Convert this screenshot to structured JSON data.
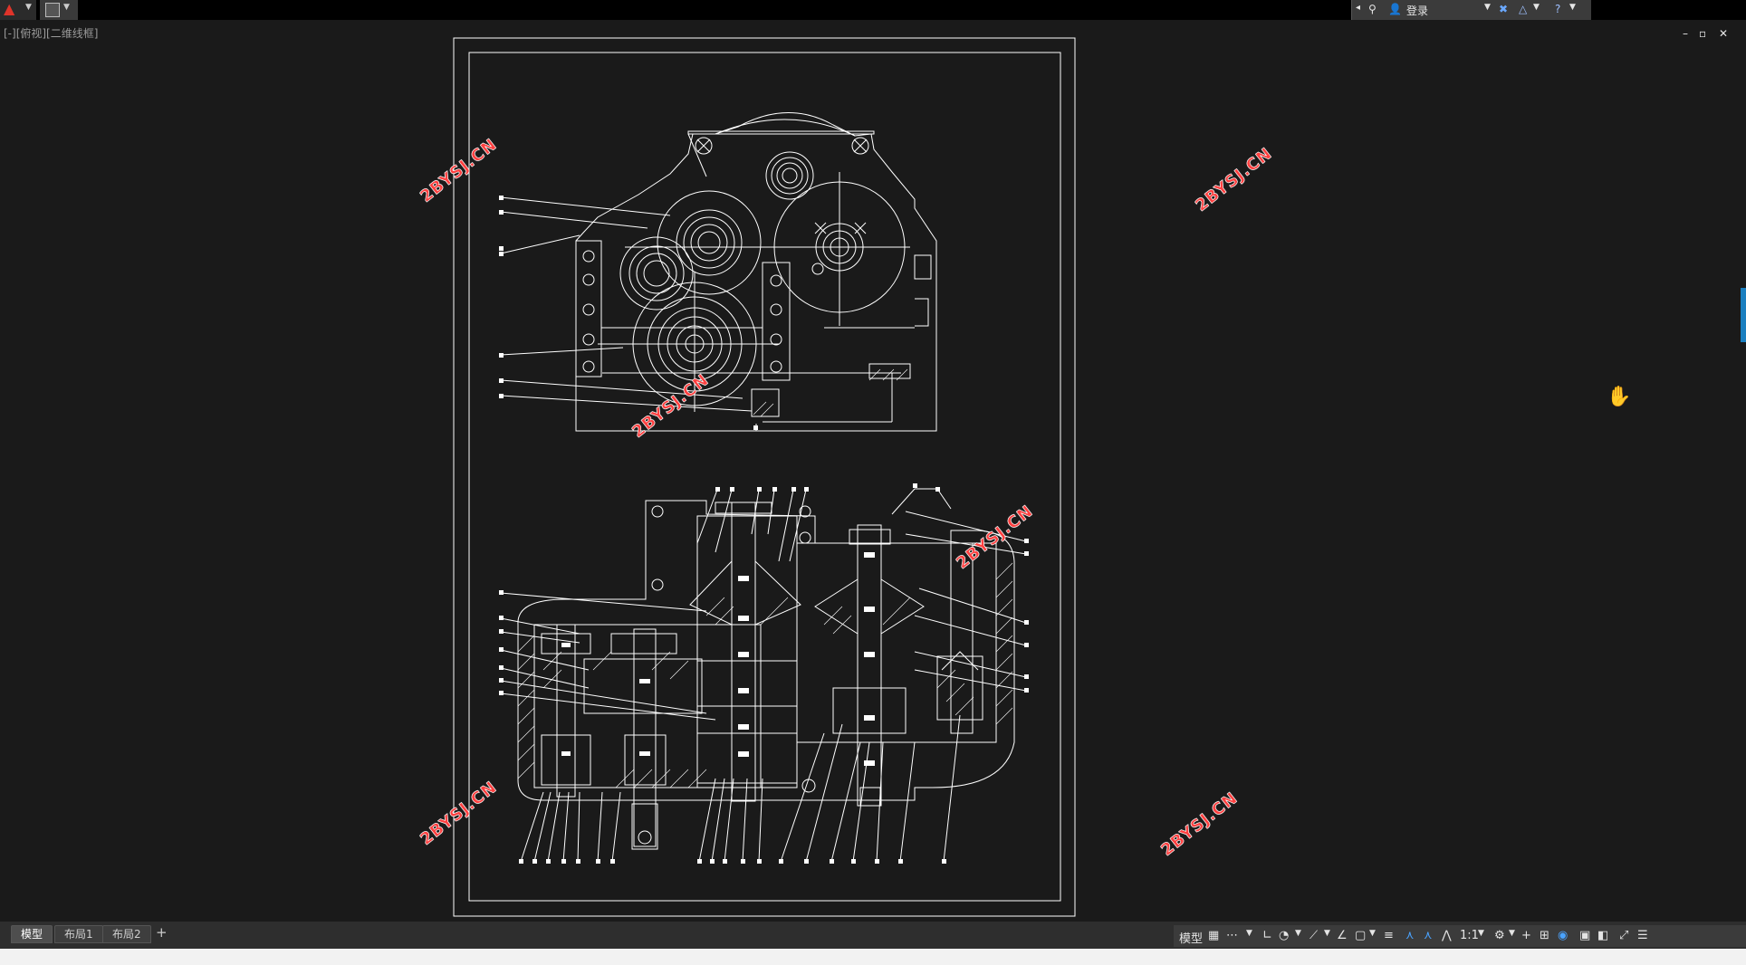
{
  "app": {
    "login_label": "登录",
    "view_label": "[-][俯视][二维线框]"
  },
  "watermark": "2BYSJ.CN",
  "tabs": [
    "模型",
    "布局1",
    "布局2"
  ],
  "tab_add": "+",
  "status": {
    "model_label": "模型",
    "scale": "1:1"
  },
  "colors": {
    "background": "#1a1a1a",
    "lines": "#ffffff",
    "watermark": "#ff4040"
  }
}
